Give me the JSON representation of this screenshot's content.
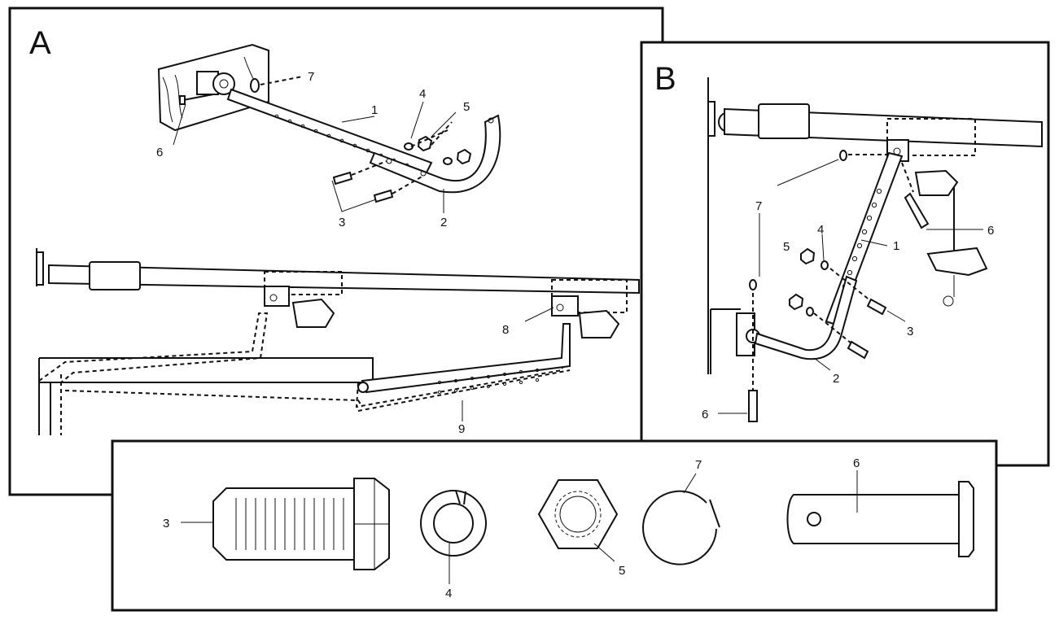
{
  "panels": {
    "a": {
      "letter": "A"
    },
    "b": {
      "letter": "B"
    }
  },
  "labels_a": {
    "l1": "1",
    "l2": "2",
    "l3": "3",
    "l4": "4",
    "l5": "5",
    "l6": "6",
    "l7": "7",
    "l8": "8",
    "l9": "9"
  },
  "labels_b": {
    "l1": "1",
    "l2": "2",
    "l3": "3",
    "l4": "4",
    "l5": "5",
    "l6a": "6",
    "l6b": "6",
    "l7": "7"
  },
  "labels_parts": {
    "bolt": "3",
    "lock_washer": "4",
    "nut": "5",
    "ring_fastener": "7",
    "clevis_pin": "6"
  }
}
